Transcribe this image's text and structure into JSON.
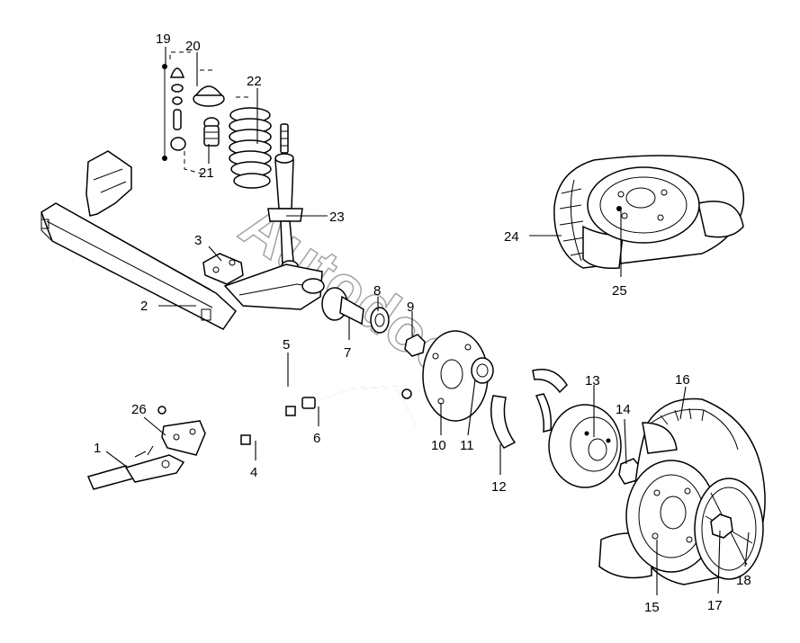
{
  "watermark": "Autodoc",
  "callouts": [
    {
      "id": "1",
      "text": "1"
    },
    {
      "id": "2",
      "text": "2"
    },
    {
      "id": "3",
      "text": "3"
    },
    {
      "id": "4",
      "text": "4"
    },
    {
      "id": "5",
      "text": "5"
    },
    {
      "id": "6",
      "text": "6"
    },
    {
      "id": "7",
      "text": "7"
    },
    {
      "id": "8",
      "text": "8"
    },
    {
      "id": "9",
      "text": "9"
    },
    {
      "id": "10",
      "text": "10"
    },
    {
      "id": "11",
      "text": "11"
    },
    {
      "id": "12",
      "text": "12"
    },
    {
      "id": "13",
      "text": "13"
    },
    {
      "id": "14",
      "text": "14"
    },
    {
      "id": "15",
      "text": "15"
    },
    {
      "id": "16",
      "text": "16"
    },
    {
      "id": "17",
      "text": "17"
    },
    {
      "id": "18",
      "text": "18"
    },
    {
      "id": "19",
      "text": "19"
    },
    {
      "id": "20",
      "text": "20"
    },
    {
      "id": "21",
      "text": "21"
    },
    {
      "id": "22",
      "text": "22"
    },
    {
      "id": "23",
      "text": "23"
    },
    {
      "id": "24",
      "text": "24"
    },
    {
      "id": "25",
      "text": "25"
    },
    {
      "id": "26",
      "text": "26"
    }
  ]
}
